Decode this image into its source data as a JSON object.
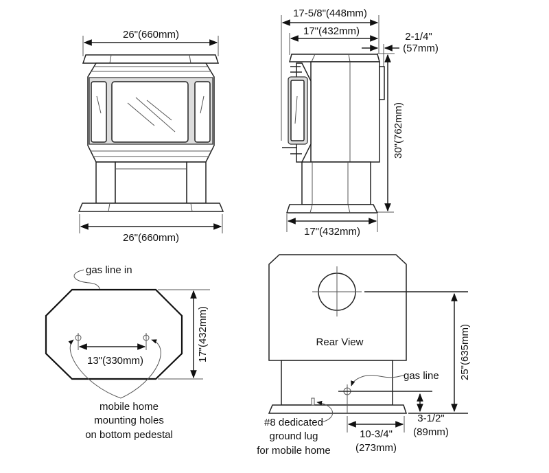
{
  "front_view": {
    "width_top": "26\"(660mm)",
    "width_bottom": "26\"(660mm)"
  },
  "side_view": {
    "depth_overall": "17-5/8\"(448mm)",
    "depth_body": "17\"(432mm)",
    "flue_offset": "2-1/4\"",
    "flue_offset_mm": "(57mm)",
    "height": "30\"(762mm)",
    "base_depth": "17\"(432mm)"
  },
  "bottom_view": {
    "gas_line_label": "gas line in",
    "hole_spacing": "13\"(330mm)",
    "depth": "17\"(432mm)",
    "note_lines": [
      "mobile home",
      "mounting holes",
      "on bottom pedestal"
    ]
  },
  "rear_view": {
    "title": "Rear View",
    "flue_height": "25\"(635mm)",
    "gas_line_label": "gas line",
    "gas_height": "3-1/2\"",
    "gas_height_mm": "(89mm)",
    "gas_offset": "10-3/4\"",
    "gas_offset_mm": "(273mm)",
    "ground_note_lines": [
      "#8 dedicated",
      "ground lug",
      "for mobile home"
    ]
  }
}
